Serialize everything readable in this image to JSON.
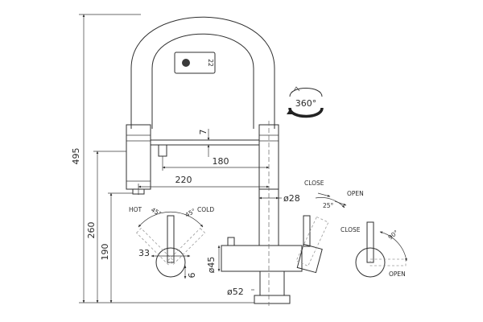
{
  "dimensions": {
    "overall_height": "495",
    "outlet_height": "260",
    "body_height": "190",
    "outlet_reach": "220",
    "spray_reach": "180",
    "spray_gap": "7",
    "spout_diameter": "ø28",
    "handle_size": "33",
    "handle_offset": "6",
    "body_diameter": "ø45",
    "base_diameter": "ø52"
  },
  "label_box": {
    "text": "22"
  },
  "rotation": {
    "label": "360°"
  },
  "mixer": {
    "hot": "HOT",
    "cold": "COLD",
    "angle_left": "45°",
    "angle_right": "45°"
  },
  "lever_side": {
    "close": "CLOSE",
    "open": "OPEN",
    "angle": "25°"
  },
  "lever_front": {
    "close": "CLOSE",
    "open": "OPEN",
    "angle": "90°"
  }
}
